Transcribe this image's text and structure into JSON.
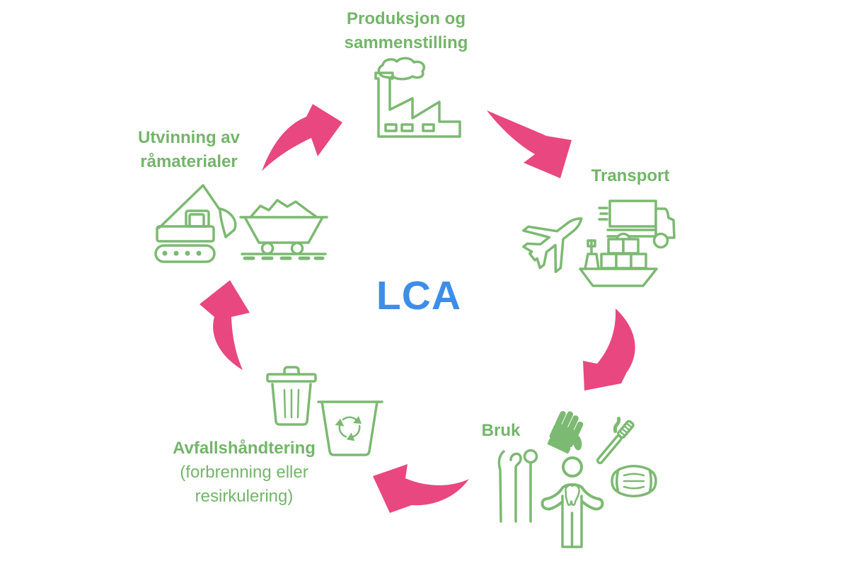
{
  "diagram": {
    "type": "cycle",
    "center_label": "LCA",
    "colors": {
      "stage_green": "#7CB972",
      "text_green": "#74B56A",
      "arrow_pink": "#E8487F",
      "center_blue": "#3E8EE8",
      "background": "#FFFFFF"
    },
    "stages": [
      {
        "name": "utvinning-av-ramaterialer",
        "label_lines": [
          "Utvinning av",
          "råmaterialer"
        ],
        "icons": [
          "excavator-icon",
          "mine-cart-icon"
        ]
      },
      {
        "name": "produksjon-og-sammenstilling",
        "label_lines": [
          "Produksjon og",
          "sammenstilling"
        ],
        "icons": [
          "factory-icon"
        ]
      },
      {
        "name": "transport",
        "label_lines": [
          "Transport"
        ],
        "icons": [
          "airplane-icon",
          "delivery-truck-icon",
          "cargo-ship-icon"
        ]
      },
      {
        "name": "bruk",
        "label_lines": [
          "Bruk"
        ],
        "icons": [
          "glove-icon",
          "toothbrush-icon",
          "dental-instruments-icon",
          "dentist-figure-icon",
          "face-mask-icon"
        ]
      },
      {
        "name": "avfallshandtering",
        "label_lines": [
          "Avfallshåndtering",
          "(forbrenning eller",
          "resirkulering)"
        ],
        "icons": [
          "trash-can-icon",
          "recycling-bin-icon"
        ]
      }
    ],
    "arrows": [
      {
        "from": "utvinning-av-ramaterialer",
        "to": "produksjon-og-sammenstilling"
      },
      {
        "from": "produksjon-og-sammenstilling",
        "to": "transport"
      },
      {
        "from": "transport",
        "to": "bruk"
      },
      {
        "from": "bruk",
        "to": "avfallshandtering"
      },
      {
        "from": "avfallshandtering",
        "to": "utvinning-av-ramaterialer"
      }
    ]
  }
}
